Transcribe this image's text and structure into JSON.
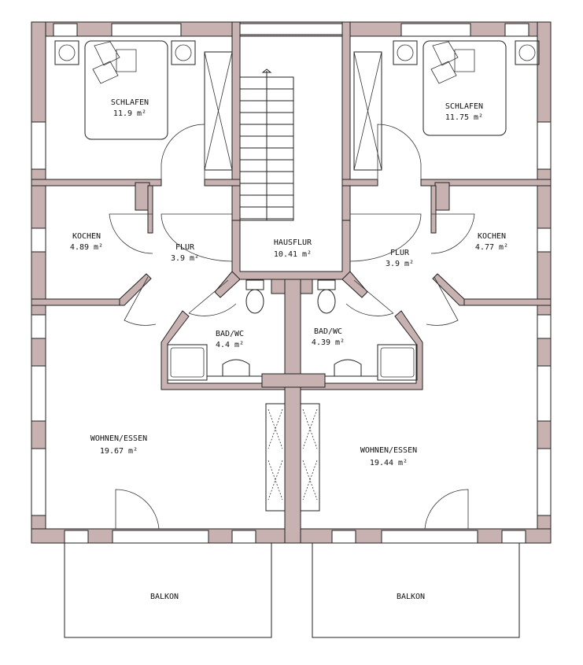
{
  "plan": {
    "colors": {
      "wall": "#c7b1b1",
      "line": "#222222",
      "background": "#ffffff"
    },
    "rooms": [
      {
        "name": "SCHLAFEN",
        "area": "11.9 m²"
      },
      {
        "name": "SCHLAFEN",
        "area": "11.75 m²"
      },
      {
        "name": "KOCHEN",
        "area": "4.89 m²"
      },
      {
        "name": "FLUR",
        "area": "3.9 m²"
      },
      {
        "name": "HAUSFLUR",
        "area": "10.41 m²"
      },
      {
        "name": "FLUR",
        "area": "3.9 m²"
      },
      {
        "name": "KOCHEN",
        "area": "4.77 m²"
      },
      {
        "name": "BAD/WC",
        "area": "4.4 m²"
      },
      {
        "name": "BAD/WC",
        "area": "4.39 m²"
      },
      {
        "name": "WOHNEN/ESSEN",
        "area": "19.67 m²"
      },
      {
        "name": "WOHNEN/ESSEN",
        "area": "19.44 m²"
      },
      {
        "name": "BALKON"
      },
      {
        "name": "BALKON"
      }
    ]
  }
}
